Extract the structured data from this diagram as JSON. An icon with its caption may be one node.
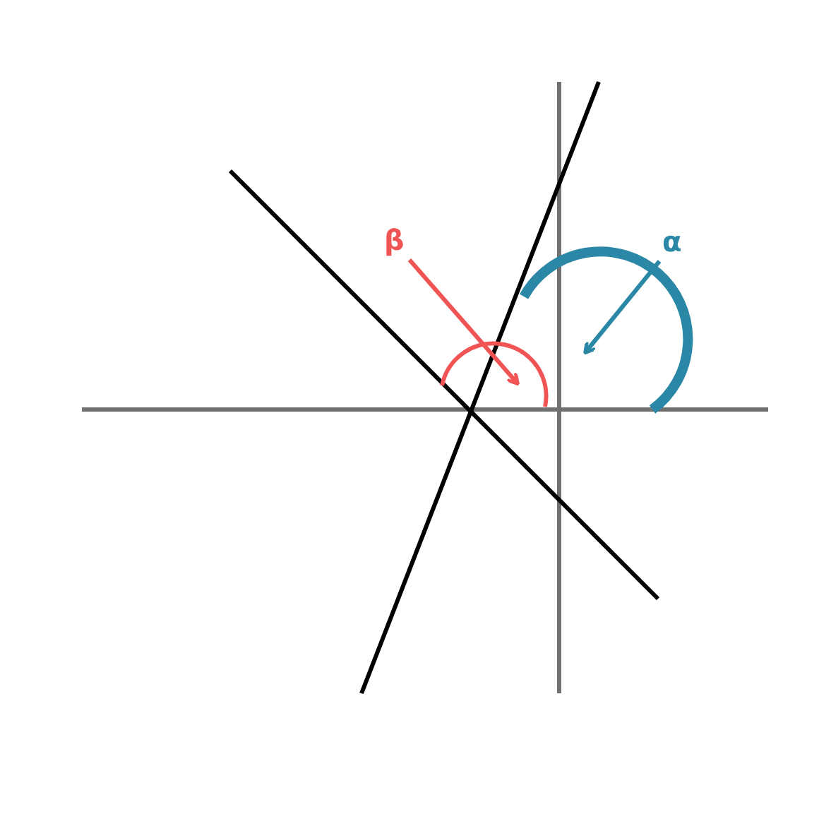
{
  "diagram": {
    "nodes": [
      {
        "text": [
          "β"
        ]
      },
      {
        "text": [],
        "shape": "arc"
      },
      {
        "text": [
          "α"
        ]
      },
      {
        "text": [],
        "shape": "arc"
      }
    ],
    "edges": [
      {
        "from": 0,
        "to": 1,
        "arrow": "to",
        "color": "#f05454"
      },
      {
        "from": 2,
        "to": 3,
        "arrow": "to",
        "color": "#2a88a6"
      }
    ]
  }
}
